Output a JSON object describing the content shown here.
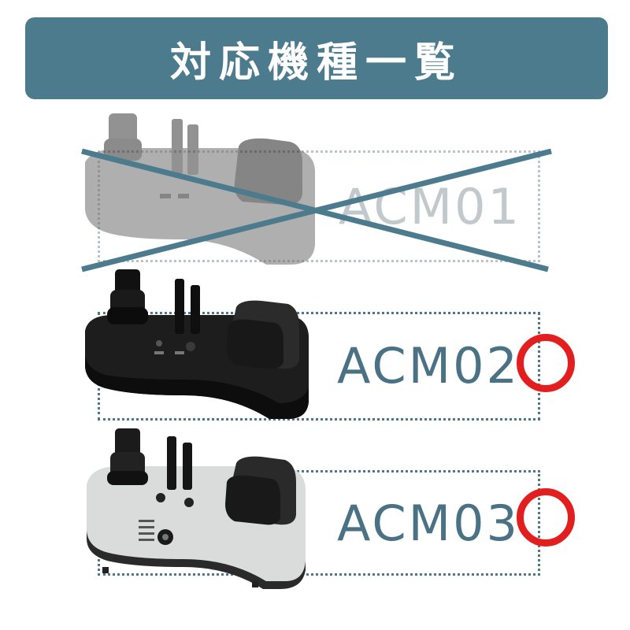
{
  "header": {
    "title": "対応機種一覧",
    "background": "#4b7b8c"
  },
  "models": [
    {
      "name": "ACM01",
      "status": "unsupported",
      "label_color": "#c2c9cc",
      "cross_color": "#4b7b8c"
    },
    {
      "name": "ACM02",
      "status": "supported",
      "label_color": "#4b7284",
      "ring_color": "#e31e1e"
    },
    {
      "name": "ACM03",
      "status": "supported",
      "label_color": "#4b7284",
      "ring_color": "#e31e1e"
    }
  ]
}
